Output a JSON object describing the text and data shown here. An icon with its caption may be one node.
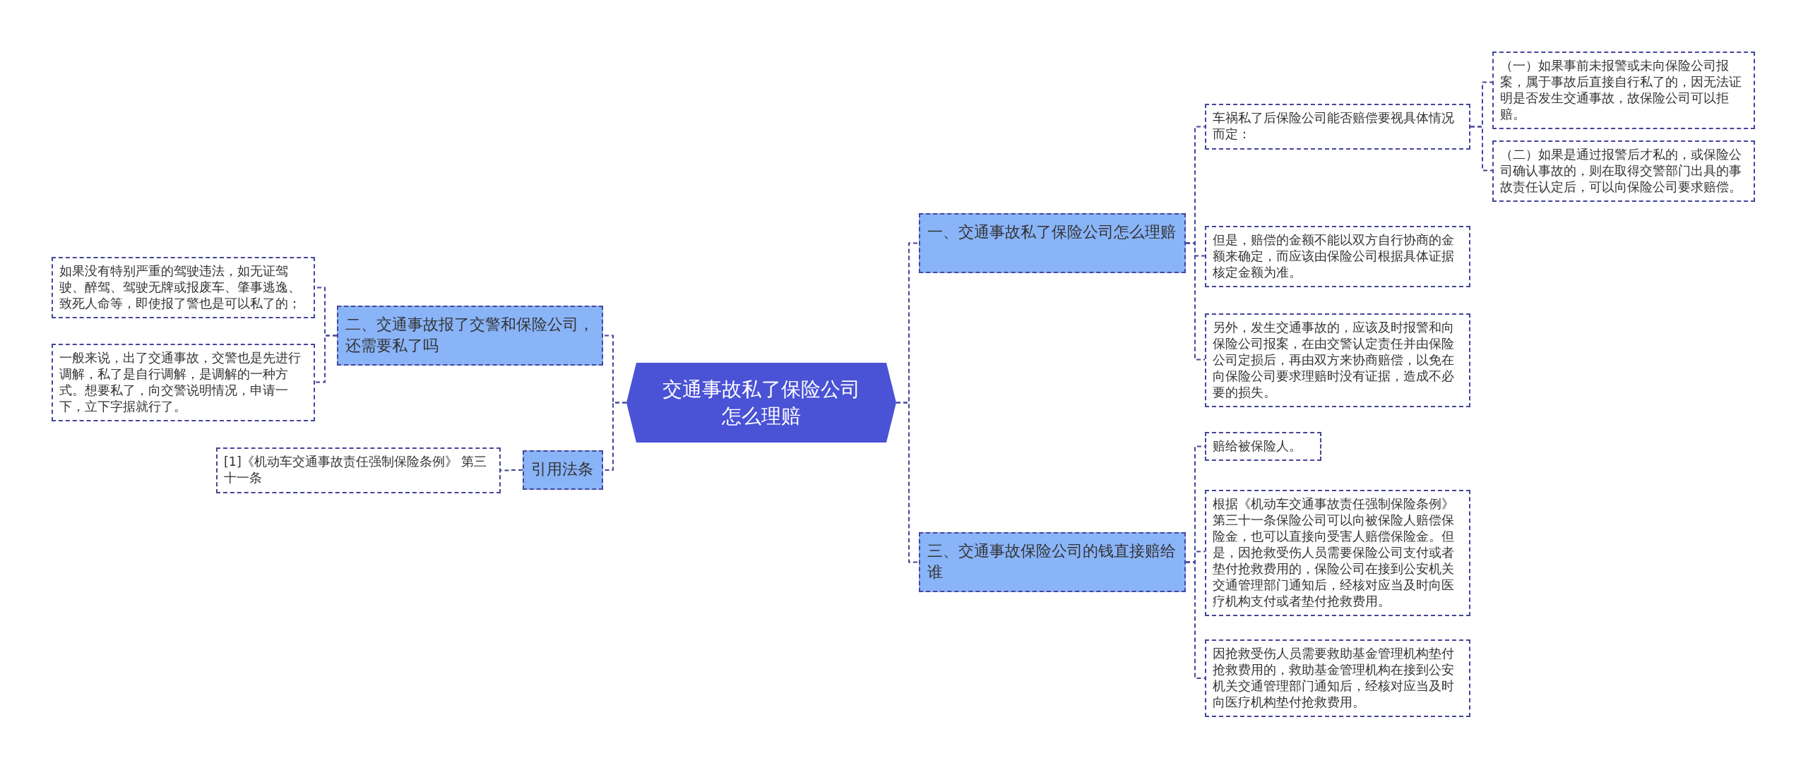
{
  "diagram": {
    "nodes": [
      {
        "text": [
          "交通事故私了保险公司怎么理赔"
        ]
      },
      {
        "text": [
          "一、交通事故私了保险公司怎么理赔"
        ]
      },
      {
        "text": [
          "车祸私了后保险公司能否赔偿要视具体情况而定："
        ]
      },
      {
        "text": [
          "（一）如果事前未报警或未向保险公司报案，属于事故后直接自行私了的，因无法证明是否发生交通事故，故保险公司可以拒赔。"
        ]
      },
      {
        "text": [
          "（二）如果是通过报警后才私的，或保险公司确认事故的，则在取得交警部门出具的事故责任认定后，可以向保险公司要求赔偿。"
        ]
      },
      {
        "text": [
          "但是，赔偿的金额不能以双方自行协商的金额来确定，而应该由保险公司根据具体证据核定金额为准。"
        ]
      },
      {
        "text": [
          "另外，发生交通事故的，应该及时报警和向保险公司报案，在由交警认定责任并由保险公司定损后，再由双方来协商赔偿，以免在向保险公司要求理赔时没有证据，造成不必要的损失。"
        ]
      },
      {
        "text": [
          "三、交通事故保险公司的钱直接赔给谁"
        ]
      },
      {
        "text": [
          "赔给被保险人。"
        ]
      },
      {
        "text": [
          "根据《机动车交通事故责任强制保险条例》第三十一条保险公司可以向被保险人赔偿保险金，也可以直接向受害人赔偿保险金。但是，因抢救受伤人员需要保险公司支付或者垫付抢救费用的，保险公司在接到公安机关交通管理部门通知后，经核对应当及时向医疗机构支付或者垫付抢救费用。"
        ]
      },
      {
        "text": [
          "因抢救受伤人员需要救助基金管理机构垫付抢救费用的，救助基金管理机构在接到公安机关交通管理部门通知后，经核对应当及时向医疗机构垫付抢救费用。"
        ]
      },
      {
        "text": [
          "二、交通事故报了交警和保险公司，还需要私了吗"
        ]
      },
      {
        "text": [
          "如果没有特别严重的驾驶违法，如无证驾驶、醉驾、驾驶无牌或报废车、肇事逃逸、致死人命等，即使报了警也是可以私了的；"
        ]
      },
      {
        "text": [
          "一般来说，出了交通事故，交警也是先进行调解，私了是自行调解，是调解的一种方式。想要私了，向交警说明情况，申请一下，立下字据就行了。"
        ]
      },
      {
        "text": [
          "引用法条"
        ]
      },
      {
        "text": [
          "[1]《机动车交通事故责任强制保险条例》 第三十一条"
        ]
      }
    ],
    "edges": [
      {
        "from": 0,
        "to": 1,
        "arrow": "none"
      },
      {
        "from": 1,
        "to": 2,
        "arrow": "none"
      },
      {
        "from": 2,
        "to": 3,
        "arrow": "none"
      },
      {
        "from": 2,
        "to": 4,
        "arrow": "none"
      },
      {
        "from": 1,
        "to": 5,
        "arrow": "none"
      },
      {
        "from": 1,
        "to": 6,
        "arrow": "none"
      },
      {
        "from": 0,
        "to": 7,
        "arrow": "none"
      },
      {
        "from": 7,
        "to": 8,
        "arrow": "none"
      },
      {
        "from": 7,
        "to": 9,
        "arrow": "none"
      },
      {
        "from": 7,
        "to": 10,
        "arrow": "none"
      },
      {
        "from": 0,
        "to": 11,
        "arrow": "none"
      },
      {
        "from": 11,
        "to": 12,
        "arrow": "none"
      },
      {
        "from": 11,
        "to": 13,
        "arrow": "none"
      },
      {
        "from": 0,
        "to": 14,
        "arrow": "none"
      },
      {
        "from": 14,
        "to": 15,
        "arrow": "none"
      }
    ]
  }
}
